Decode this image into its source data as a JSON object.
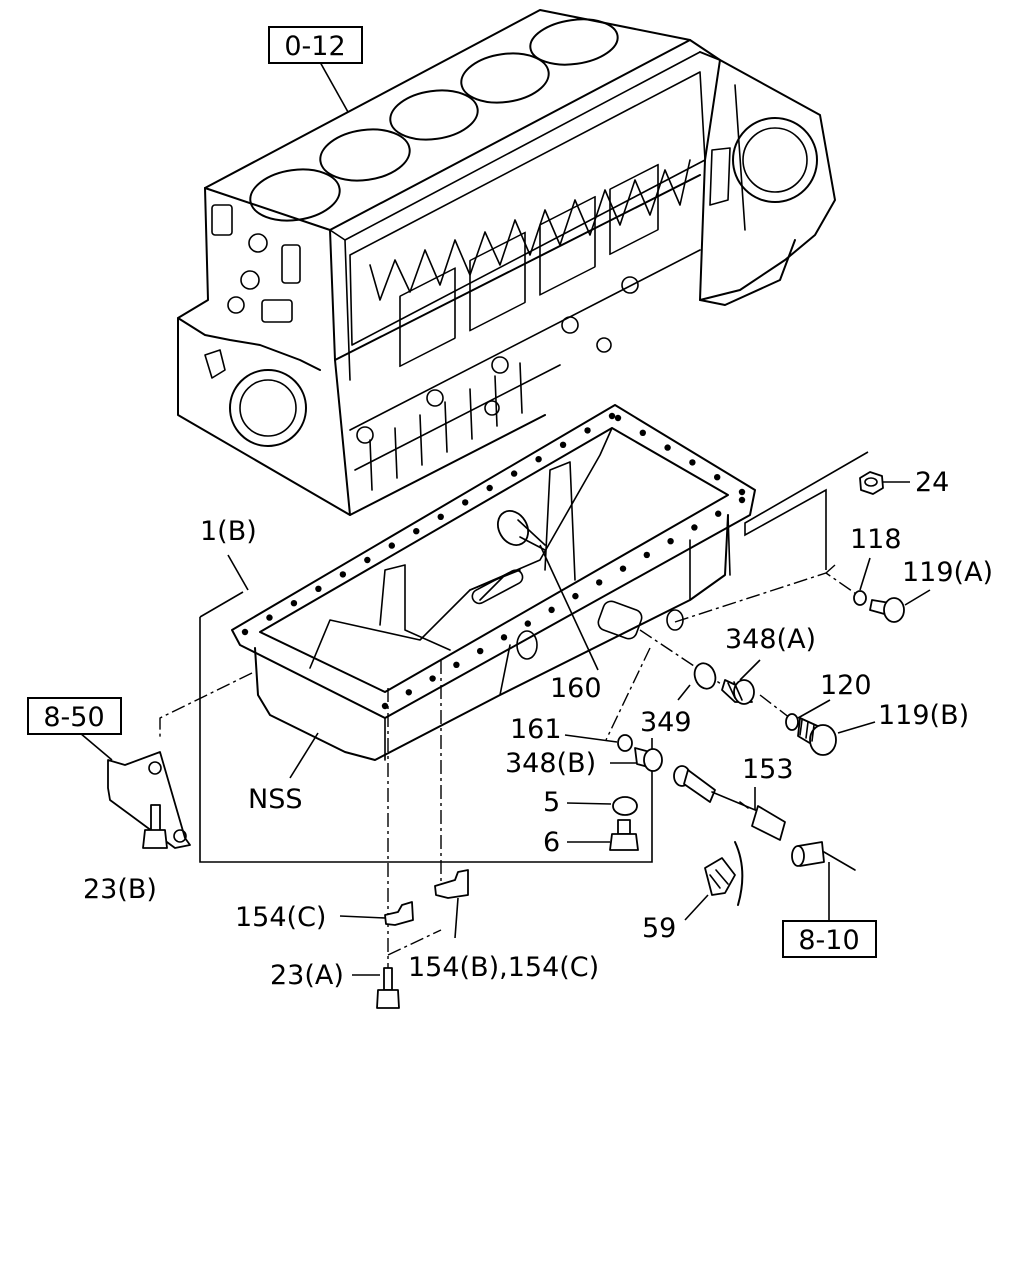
{
  "references": {
    "block": "0-12",
    "bracket": "8-50",
    "sensor_harness": "8-10"
  },
  "labels": {
    "p1b": "1(B)",
    "p5": "5",
    "p6": "6",
    "p23a": "23(A)",
    "p23b": "23(B)",
    "p24": "24",
    "p59": "59",
    "p118": "118",
    "p119a": "119(A)",
    "p119b": "119(B)",
    "p120": "120",
    "p153": "153",
    "p154c": "154(C)",
    "p154bc": "154(B),154(C)",
    "p160": "160",
    "p161": "161",
    "p348a": "348(A)",
    "p348b": "348(B)",
    "p349": "349",
    "nss": "NSS"
  }
}
